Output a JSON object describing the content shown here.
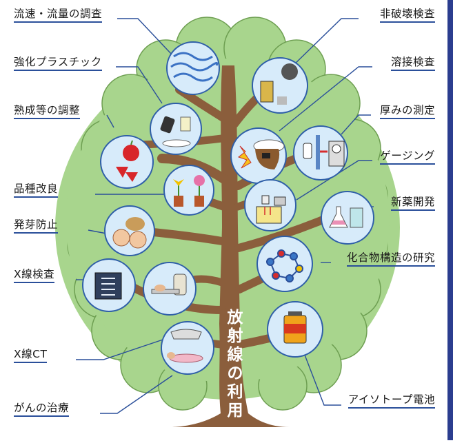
{
  "title": "放射線の利用",
  "labels_left": [
    "流速・流量の調査",
    "強化プラスチック",
    "熟成等の調整",
    "品種改良",
    "発芽防止",
    "X線検査",
    "X線CT",
    "がんの治療"
  ],
  "labels_right": [
    "非破壊検査",
    "溶接検査",
    "厚みの測定",
    "ゲージング",
    "新薬開発",
    "化合物構造の研究",
    "アイソトープ電池"
  ],
  "colors": {
    "foliage": "#a8d58d",
    "foliage_edge": "#6e9f52",
    "trunk": "#8b5e3c",
    "circle_fill": "#d7ebfa",
    "circle_edge": "#2f5fa8",
    "leader_line": "#2a4f9a",
    "border": "#2b3d8f"
  }
}
